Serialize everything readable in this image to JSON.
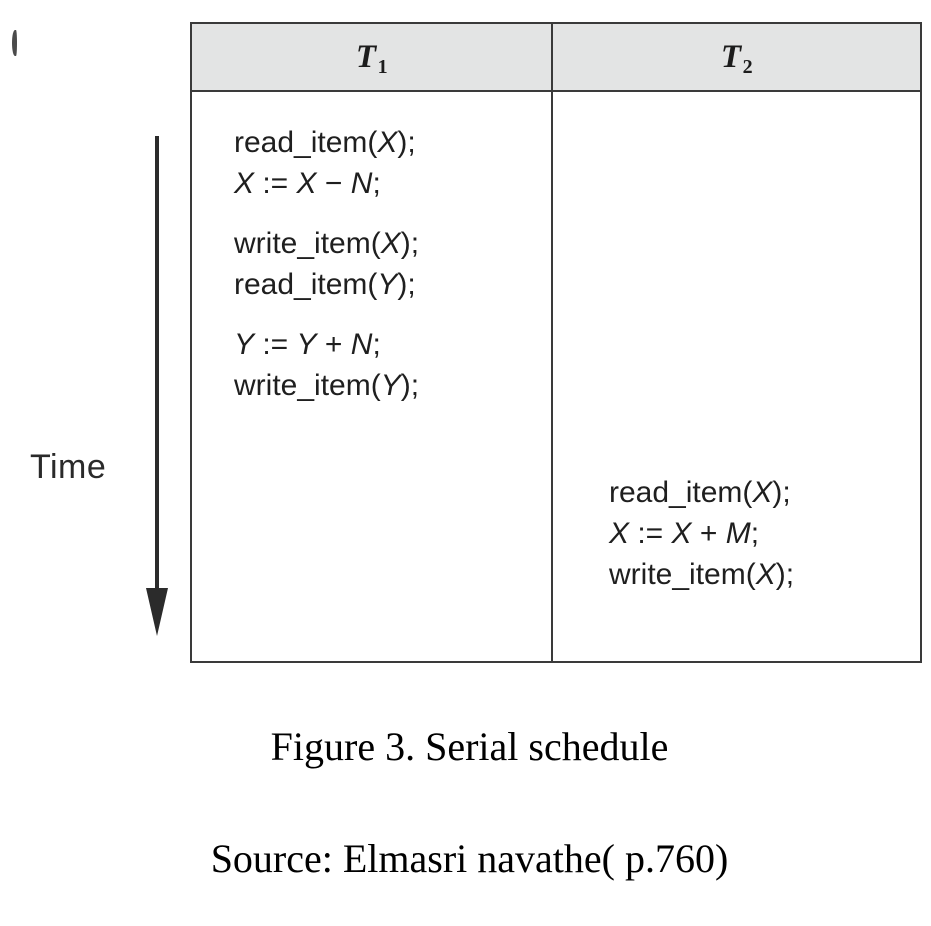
{
  "figure": {
    "caption": "Figure 3. Serial schedule",
    "source": "Source: Elmasri navathe( p.760)",
    "time_axis_label": "Time",
    "time_arrow_direction": "down",
    "header_background": "#e3e4e4",
    "border_color": "#3a3a3a",
    "text_color": "#1f1f1f"
  },
  "table": {
    "columns": [
      {
        "id": "T1",
        "label_base": "T",
        "label_sub": "1"
      },
      {
        "id": "T2",
        "label_base": "T",
        "label_sub": "2"
      }
    ],
    "T1": {
      "groups": [
        {
          "lines": [
            "read_item(X);",
            "X := X − N;"
          ]
        },
        {
          "lines": [
            "write_item(X);",
            "read_item(Y);"
          ]
        },
        {
          "lines": [
            "Y := Y + N;",
            "write_item(Y);"
          ]
        }
      ]
    },
    "T2": {
      "groups": [
        {
          "lines": [
            "read_item(X);",
            "X := X + M;",
            "write_item(X);"
          ]
        }
      ]
    }
  }
}
